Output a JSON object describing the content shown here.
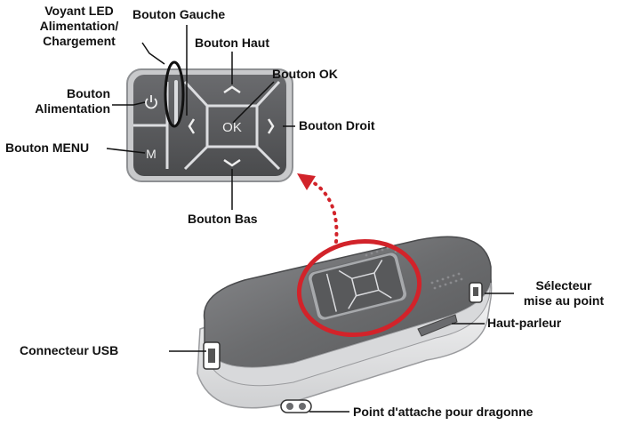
{
  "diagram": {
    "colors": {
      "panel_fill": "#58595b",
      "panel_bezel": "#a7a9ac",
      "panel_lines": "#dcdde0",
      "callout_red": "#d2232a",
      "device_top": "#6b6c6e",
      "device_body": "#f2f2f2",
      "label_text": "#111111"
    },
    "keypad": {
      "ok_label": "OK",
      "menu_glyph": "M",
      "power_glyph": "⏻"
    },
    "labels": {
      "voyant_led_line1": "Voyant LED",
      "voyant_led_line2": "Alimentation/",
      "voyant_led_line3": "Chargement",
      "bouton_gauche": "Bouton Gauche",
      "bouton_haut": "Bouton Haut",
      "bouton_ok": "Bouton OK",
      "bouton_alimentation_line1": "Bouton",
      "bouton_alimentation_line2": "Alimentation",
      "bouton_droit": "Bouton Droit",
      "bouton_menu": "Bouton MENU",
      "bouton_bas": "Bouton Bas",
      "selecteur_line1": "Sélecteur",
      "selecteur_line2": "mise au point",
      "haut_parleur": "Haut-parleur",
      "connecteur_usb": "Connecteur USB",
      "point_attache": "Point d'attache pour dragonne"
    }
  }
}
